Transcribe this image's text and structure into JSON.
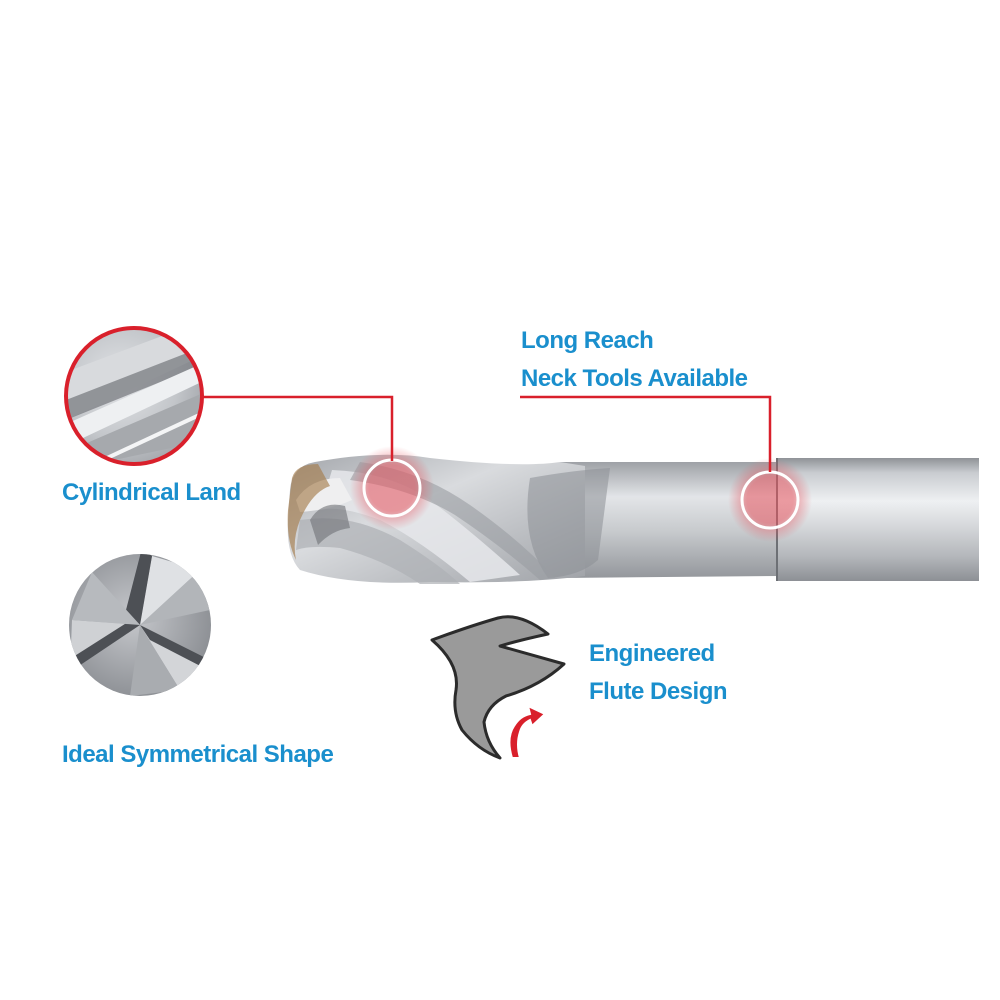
{
  "callouts": {
    "cylindrical_land": "Cylindrical Land",
    "long_reach_line1": "Long Reach",
    "long_reach_line2": "Neck Tools Available",
    "flute_line1": "Engineered",
    "flute_line2": "Flute Design",
    "symmetrical_shape": "Ideal Symmetrical Shape"
  },
  "colors": {
    "label_blue": "#1a8fcd",
    "leader_red": "#d9202b",
    "tool_steel": "#b9bcc0",
    "flute_profile_gray": "#9a9a9a"
  },
  "icons": {
    "detail_zoom": "cylindrical-land-zoom-icon",
    "end_view": "tool-end-view-icon",
    "flute_profile": "flute-profile-icon",
    "rotation_arrow": "rotation-arrow-icon"
  }
}
